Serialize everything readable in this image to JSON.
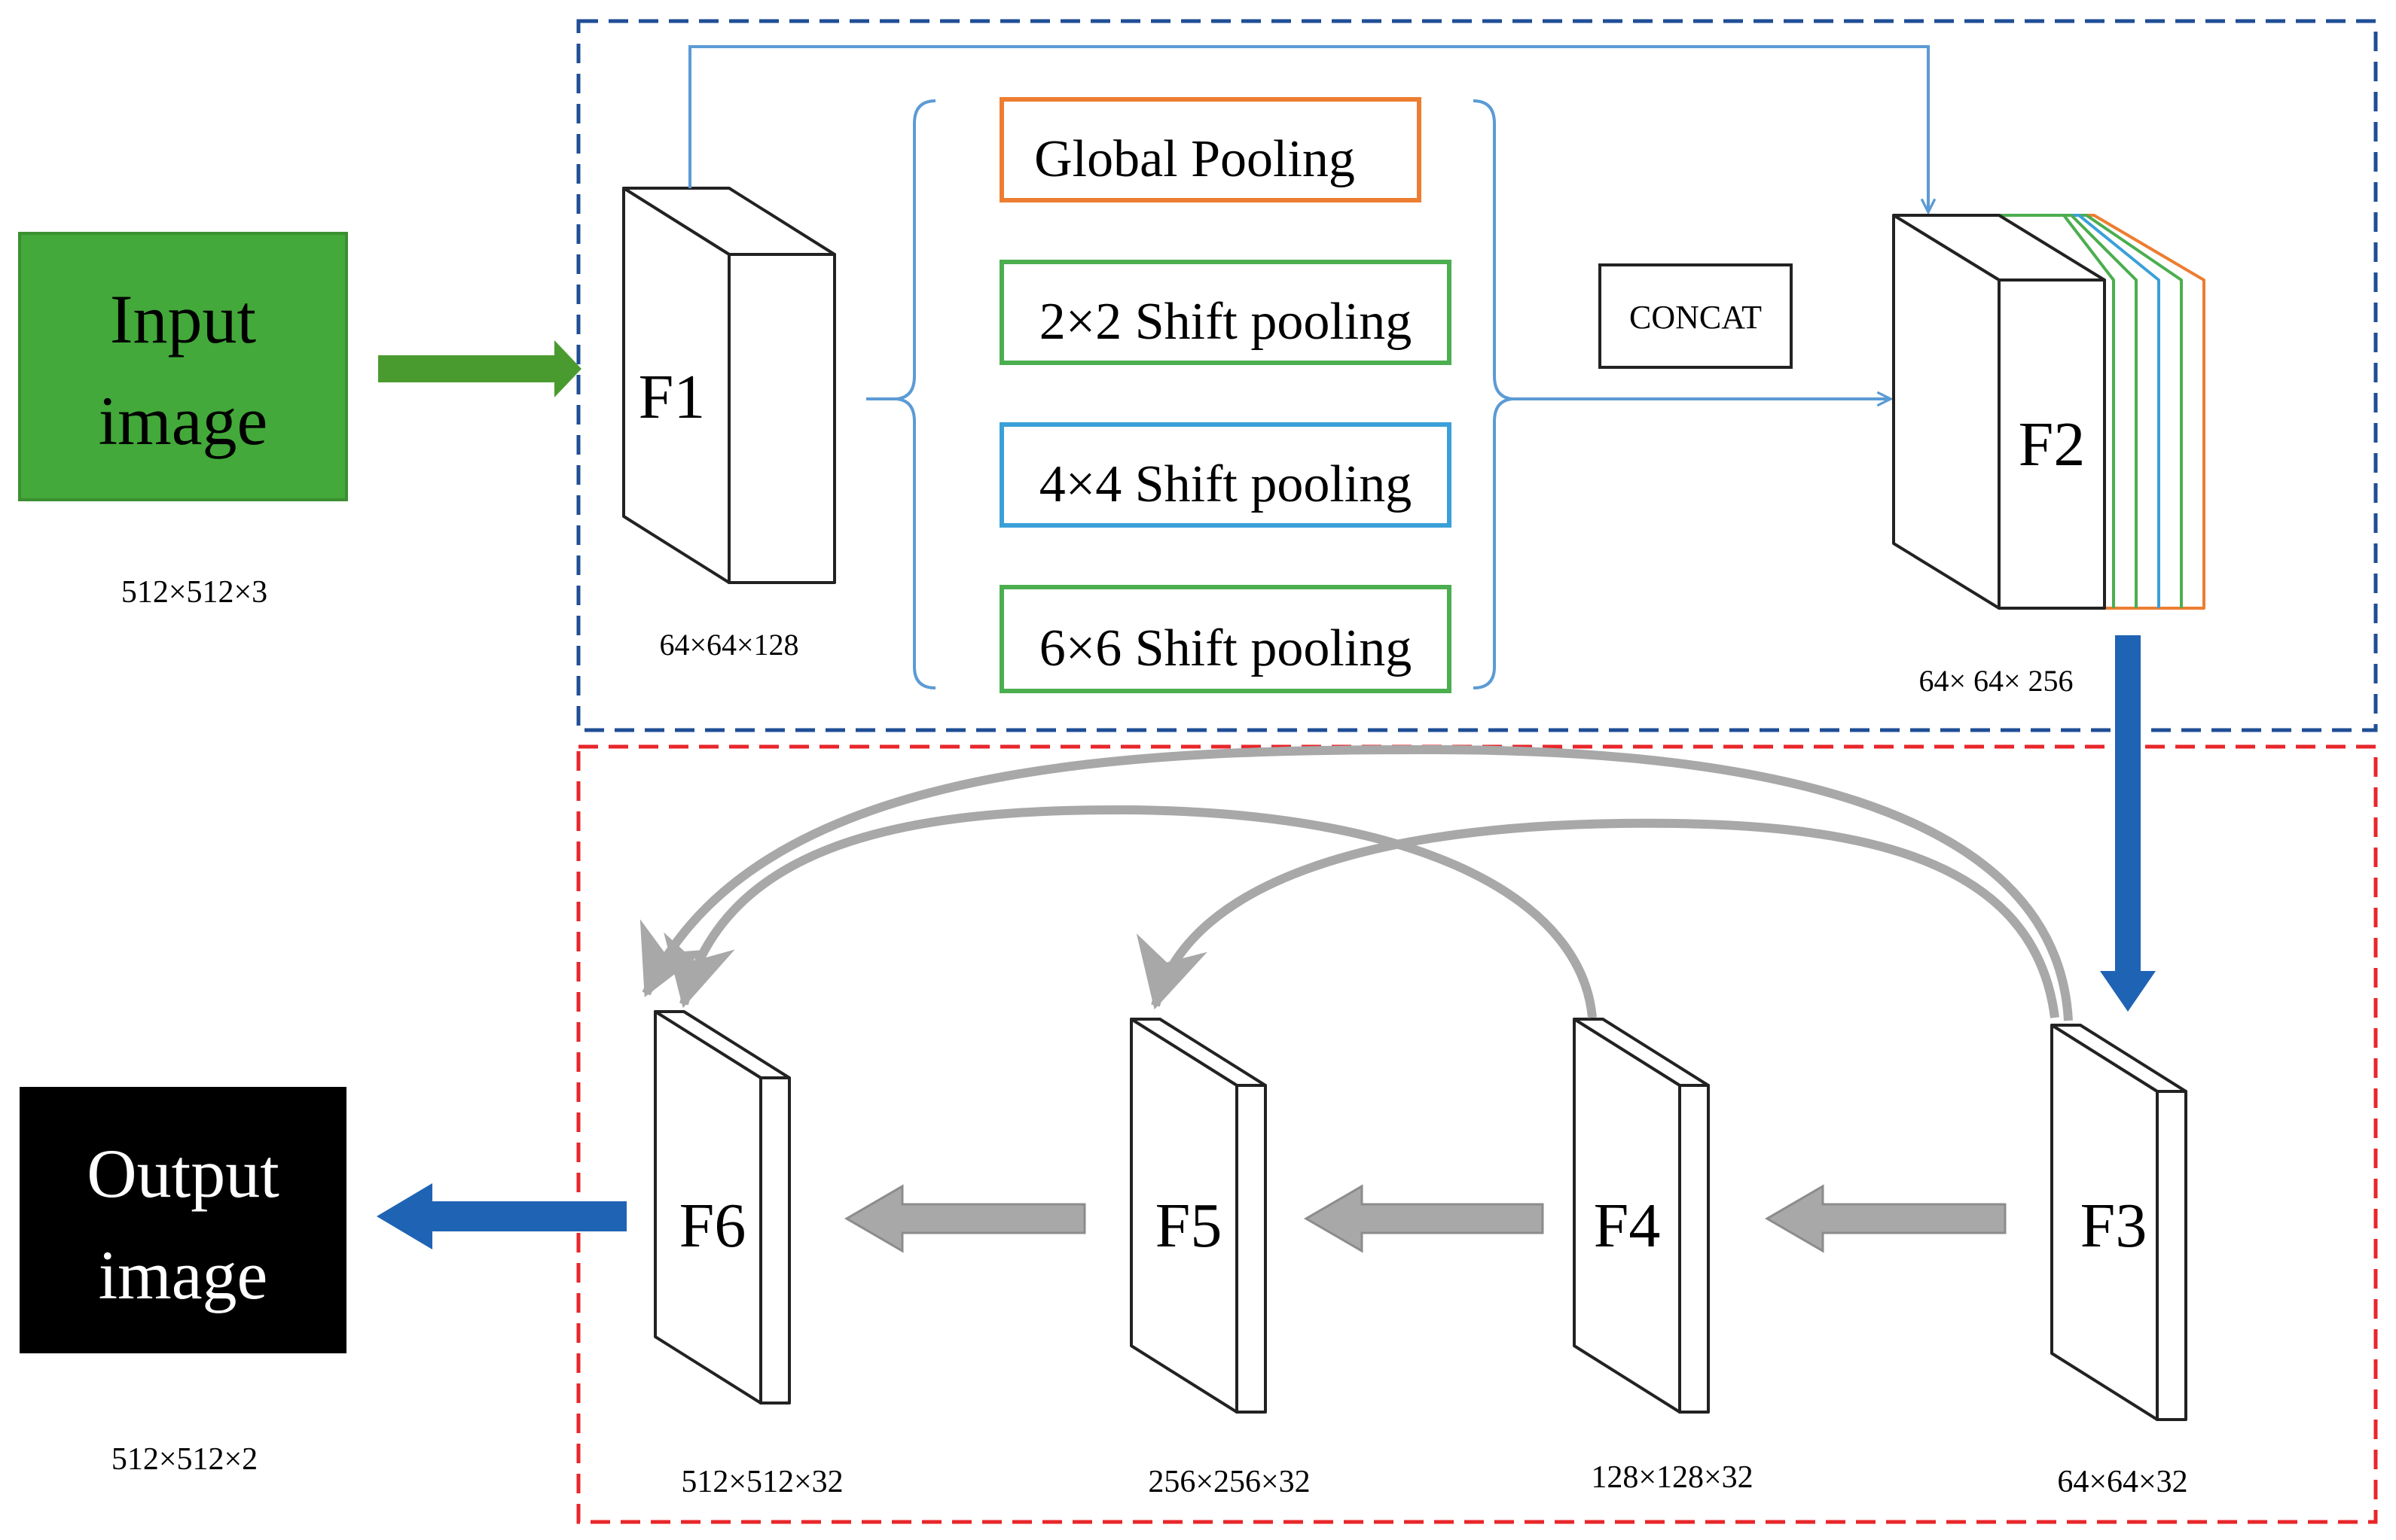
{
  "input": {
    "label_line1": "Input",
    "label_line2": "image",
    "dims": "512×512×3"
  },
  "output": {
    "label_line1": "Output",
    "label_line2": "image",
    "dims": "512×512×2"
  },
  "pooling_module": {
    "f1": {
      "label": "F1",
      "dims": "64×64×128"
    },
    "f2": {
      "label": "F2",
      "dims": "64× 64× 256"
    },
    "branches": [
      {
        "label": "Global Pooling",
        "color": "#ED7D31"
      },
      {
        "label": "2×2 Shift pooling",
        "color": "#4BAE4F"
      },
      {
        "label": "4×4 Shift pooling",
        "color": "#3AA0D8"
      },
      {
        "label": "6×6 Shift pooling",
        "color": "#4BAE4F"
      }
    ],
    "concat": "CONCAT"
  },
  "decoder": {
    "f3": {
      "label": "F3",
      "dims": "64×64×32"
    },
    "f4": {
      "label": "F4",
      "dims": "128×128×32"
    },
    "f5": {
      "label": "F5",
      "dims": "256×256×32"
    },
    "f6": {
      "label": "F6",
      "dims": "512×512×32"
    }
  },
  "colors": {
    "input_fill": "#43A93A",
    "output_fill": "#000000",
    "top_frame": "#1F4E96",
    "bottom_frame": "#E8262A",
    "connector": "#5B9BD5",
    "green_arrow": "#4A9B2F",
    "blue_arrow": "#1F63B5",
    "gray_arrow": "#A8A8A8"
  }
}
